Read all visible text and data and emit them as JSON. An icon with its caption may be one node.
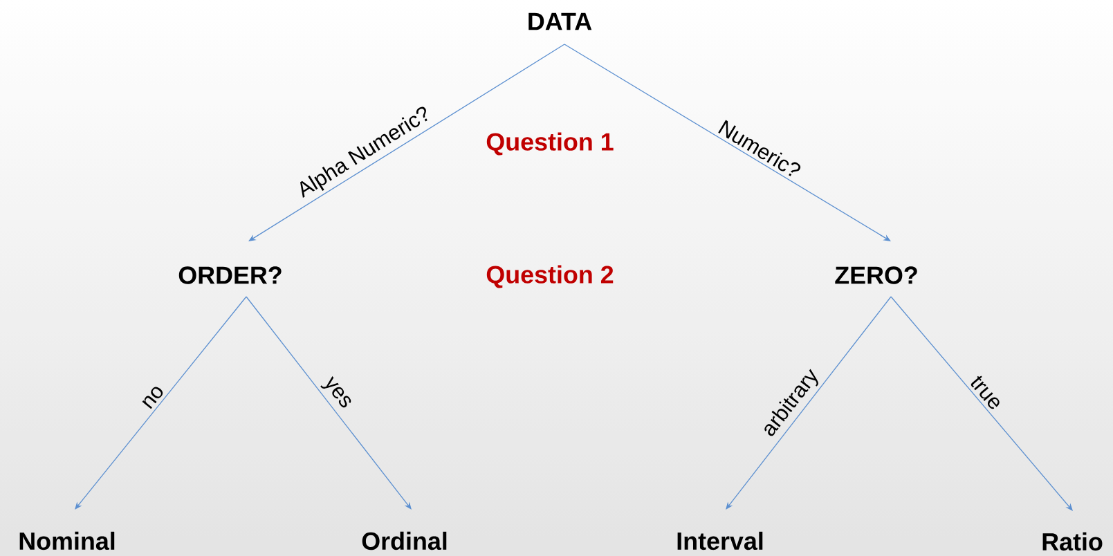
{
  "diagram": {
    "nodes": [
      {
        "text": [
          "DATA"
        ]
      },
      {
        "text": [
          "ORDER?"
        ]
      },
      {
        "text": [
          "ZERO?"
        ]
      },
      {
        "text": [
          "Nominal"
        ]
      },
      {
        "text": [
          "Ordinal"
        ]
      },
      {
        "text": [
          "Interval"
        ]
      },
      {
        "text": [
          "Ratio"
        ]
      }
    ],
    "edges": [
      {
        "from": 0,
        "to": 1,
        "arrow": "to",
        "label": "Alpha Numeric?"
      },
      {
        "from": 0,
        "to": 2,
        "arrow": "to",
        "label": "Numeric?"
      },
      {
        "from": 1,
        "to": 3,
        "arrow": "to",
        "label": "no"
      },
      {
        "from": 1,
        "to": 4,
        "arrow": "to",
        "label": "yes"
      },
      {
        "from": 2,
        "to": 5,
        "arrow": "to",
        "label": "arbitrary"
      },
      {
        "from": 2,
        "to": 6,
        "arrow": "to",
        "label": "true"
      }
    ],
    "labels": [
      "Question 1",
      "Question 2"
    ]
  }
}
